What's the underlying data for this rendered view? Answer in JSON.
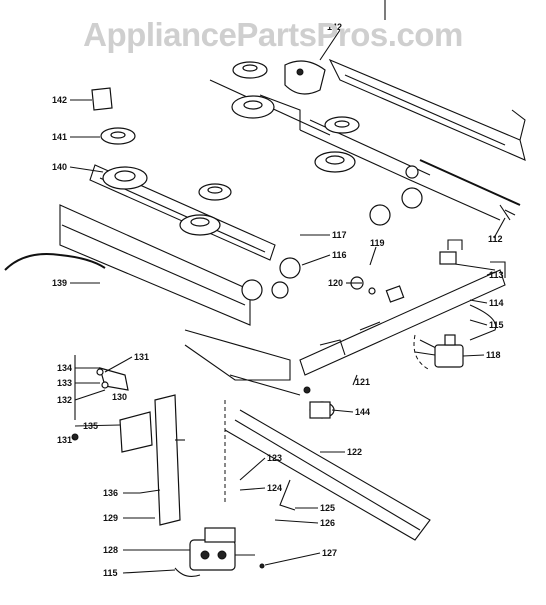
{
  "watermark": "AppliancePartsPros.com",
  "callouts": [
    {
      "id": "142a",
      "text": "142"
    },
    {
      "id": "142b",
      "text": "142"
    },
    {
      "id": "141",
      "text": "141"
    },
    {
      "id": "140",
      "text": "140"
    },
    {
      "id": "117",
      "text": "117"
    },
    {
      "id": "116",
      "text": "116"
    },
    {
      "id": "119",
      "text": "119"
    },
    {
      "id": "120",
      "text": "120"
    },
    {
      "id": "112",
      "text": "112"
    },
    {
      "id": "113",
      "text": "113"
    },
    {
      "id": "114",
      "text": "114"
    },
    {
      "id": "115a",
      "text": "115"
    },
    {
      "id": "118",
      "text": "118"
    },
    {
      "id": "121",
      "text": "121"
    },
    {
      "id": "144",
      "text": "144"
    },
    {
      "id": "139",
      "text": "139"
    },
    {
      "id": "134",
      "text": "134"
    },
    {
      "id": "131a",
      "text": "131"
    },
    {
      "id": "133",
      "text": "133"
    },
    {
      "id": "130",
      "text": "130"
    },
    {
      "id": "132",
      "text": "132"
    },
    {
      "id": "135",
      "text": "135"
    },
    {
      "id": "131b",
      "text": "131"
    },
    {
      "id": "122",
      "text": "122"
    },
    {
      "id": "123",
      "text": "123"
    },
    {
      "id": "124",
      "text": "124"
    },
    {
      "id": "136",
      "text": "136"
    },
    {
      "id": "125",
      "text": "125"
    },
    {
      "id": "126",
      "text": "126"
    },
    {
      "id": "129",
      "text": "129"
    },
    {
      "id": "128",
      "text": "128"
    },
    {
      "id": "127",
      "text": "127"
    },
    {
      "id": "115b",
      "text": "115"
    }
  ]
}
